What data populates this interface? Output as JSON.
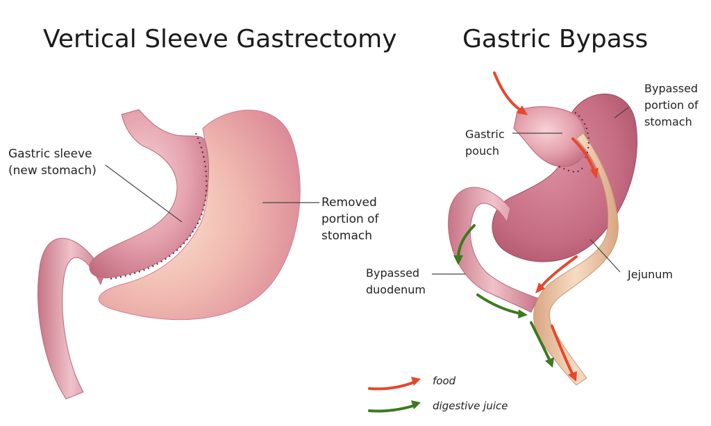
{
  "left_title": "Vertical Sleeve Gastrectomy",
  "right_title": "Gastric Bypass",
  "labels": {
    "gastric_sleeve": [
      "Gastric sleeve",
      "(new stomach)"
    ],
    "removed_portion": [
      "Removed",
      "portion of",
      "stomach"
    ],
    "bypassed_portion": [
      "Bypassed",
      "portion of",
      "stomach"
    ],
    "gastric_pouch": [
      "Gastric",
      "pouch"
    ],
    "bypassed_duodenum": [
      "Bypassed",
      "duodenum"
    ],
    "jejunum": [
      "Jejunum"
    ]
  },
  "legend": {
    "food": "food",
    "digestive_juice": "digestive juice"
  },
  "colors": {
    "food_arrow": "#e8472b",
    "digestive_juice_arrow": "#3b7a1e",
    "stomach": "#d88a9a",
    "stomach_dark": "#b85a70",
    "jejunum": "#ebc6a4"
  }
}
